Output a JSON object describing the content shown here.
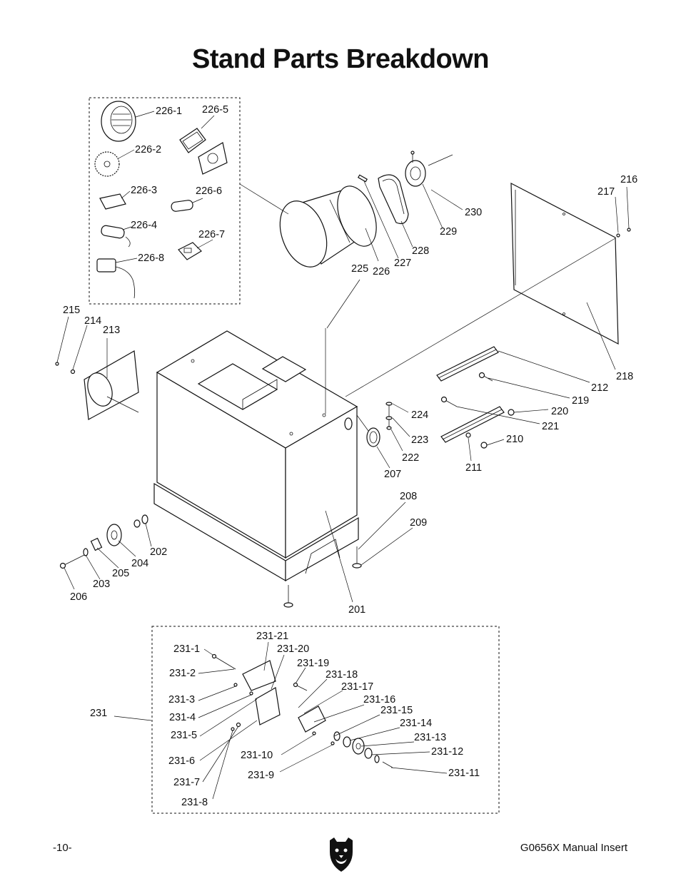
{
  "title": "Stand Parts Breakdown",
  "footer": {
    "page_number": "-10-",
    "manual": "G0656X Manual Insert",
    "logo_icon": "bear-head-logo-icon"
  },
  "callouts": [
    {
      "id": "226-1",
      "text": "226-1"
    },
    {
      "id": "226-5",
      "text": "226-5"
    },
    {
      "id": "226-2",
      "text": "226-2"
    },
    {
      "id": "226-3",
      "text": "226-3"
    },
    {
      "id": "226-6",
      "text": "226-6"
    },
    {
      "id": "226-4",
      "text": "226-4"
    },
    {
      "id": "226-7",
      "text": "226-7"
    },
    {
      "id": "226-8",
      "text": "226-8"
    },
    {
      "id": "215",
      "text": "215"
    },
    {
      "id": "214",
      "text": "214"
    },
    {
      "id": "213",
      "text": "213"
    },
    {
      "id": "225",
      "text": "225"
    },
    {
      "id": "226",
      "text": "226"
    },
    {
      "id": "227",
      "text": "227"
    },
    {
      "id": "228",
      "text": "228"
    },
    {
      "id": "229",
      "text": "229"
    },
    {
      "id": "230",
      "text": "230"
    },
    {
      "id": "216",
      "text": "216"
    },
    {
      "id": "217",
      "text": "217"
    },
    {
      "id": "218",
      "text": "218"
    },
    {
      "id": "212",
      "text": "212"
    },
    {
      "id": "219",
      "text": "219"
    },
    {
      "id": "220",
      "text": "220"
    },
    {
      "id": "221",
      "text": "221"
    },
    {
      "id": "210",
      "text": "210"
    },
    {
      "id": "211",
      "text": "211"
    },
    {
      "id": "224",
      "text": "224"
    },
    {
      "id": "223",
      "text": "223"
    },
    {
      "id": "222",
      "text": "222"
    },
    {
      "id": "207",
      "text": "207"
    },
    {
      "id": "208",
      "text": "208"
    },
    {
      "id": "209",
      "text": "209"
    },
    {
      "id": "201",
      "text": "201"
    },
    {
      "id": "202",
      "text": "202"
    },
    {
      "id": "204",
      "text": "204"
    },
    {
      "id": "205",
      "text": "205"
    },
    {
      "id": "203",
      "text": "203"
    },
    {
      "id": "206",
      "text": "206"
    },
    {
      "id": "231",
      "text": "231"
    },
    {
      "id": "231-21",
      "text": "231-21"
    },
    {
      "id": "231-1",
      "text": "231-1"
    },
    {
      "id": "231-20",
      "text": "231-20"
    },
    {
      "id": "231-19",
      "text": "231-19"
    },
    {
      "id": "231-2",
      "text": "231-2"
    },
    {
      "id": "231-18",
      "text": "231-18"
    },
    {
      "id": "231-17",
      "text": "231-17"
    },
    {
      "id": "231-3",
      "text": "231-3"
    },
    {
      "id": "231-16",
      "text": "231-16"
    },
    {
      "id": "231-4",
      "text": "231-4"
    },
    {
      "id": "231-15",
      "text": "231-15"
    },
    {
      "id": "231-14",
      "text": "231-14"
    },
    {
      "id": "231-5",
      "text": "231-5"
    },
    {
      "id": "231-13",
      "text": "231-13"
    },
    {
      "id": "231-12",
      "text": "231-12"
    },
    {
      "id": "231-10",
      "text": "231-10"
    },
    {
      "id": "231-6",
      "text": "231-6"
    },
    {
      "id": "231-11",
      "text": "231-11"
    },
    {
      "id": "231-9",
      "text": "231-9"
    },
    {
      "id": "231-7",
      "text": "231-7"
    },
    {
      "id": "231-8",
      "text": "231-8"
    }
  ]
}
